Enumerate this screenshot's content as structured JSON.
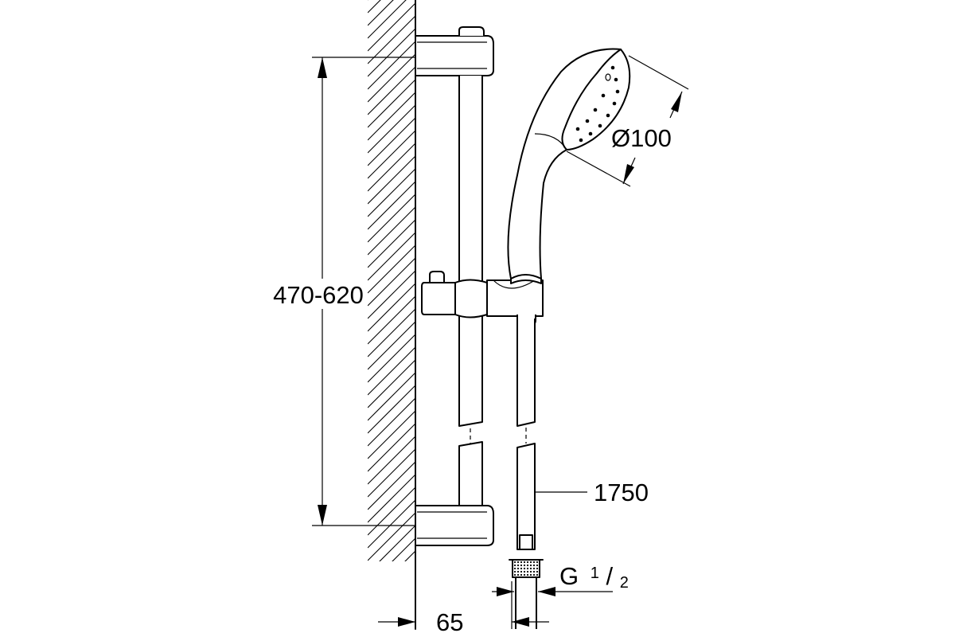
{
  "dimensions": {
    "rail_height": "470-620",
    "head_diameter": "Ø100",
    "hose_length": "1750",
    "connection_prefix": "G",
    "connection_numerator": "1",
    "connection_slash": "/",
    "connection_denominator": "2",
    "wall_offset": "65"
  }
}
